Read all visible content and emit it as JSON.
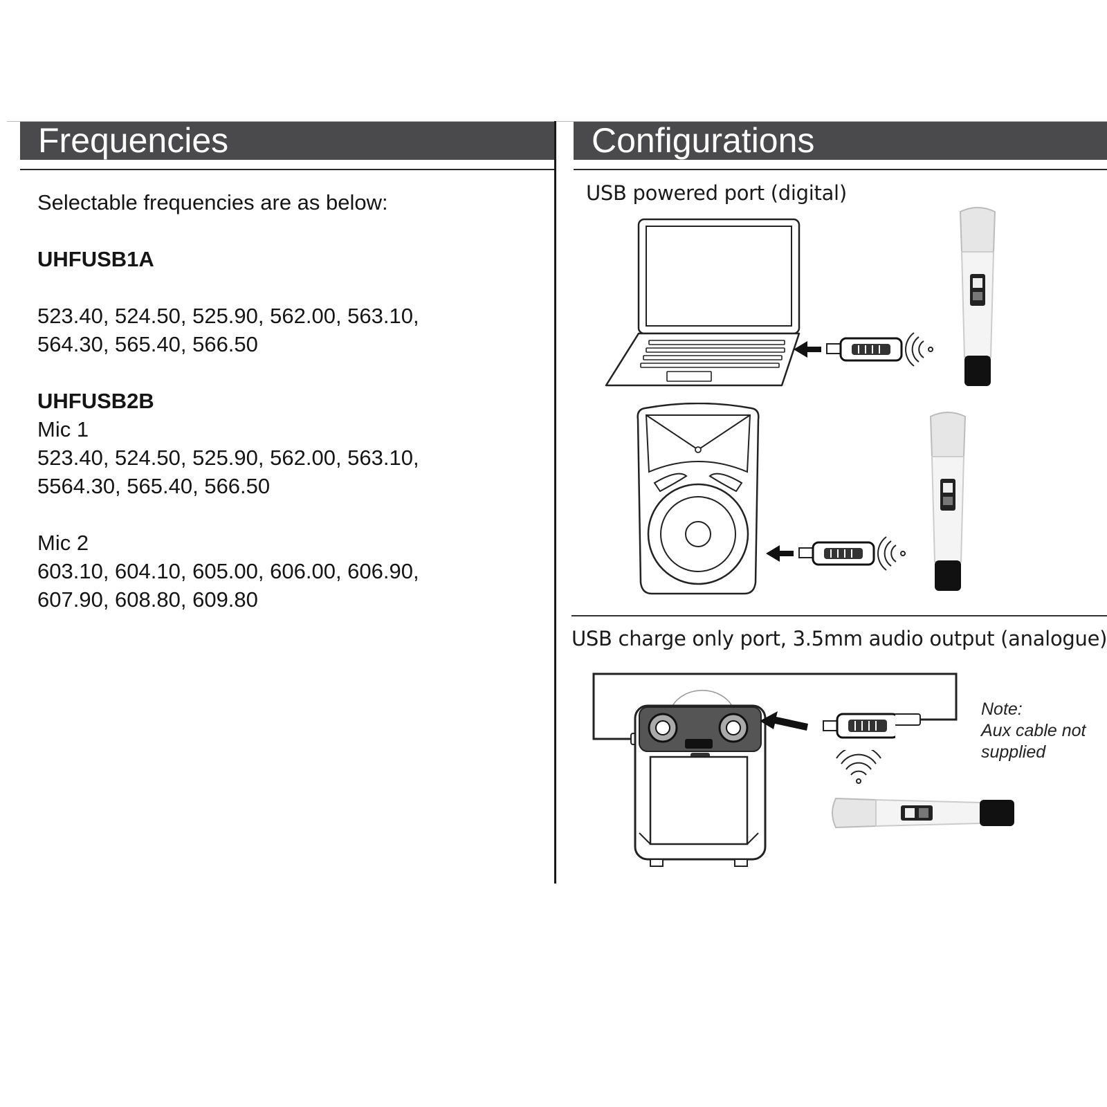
{
  "frequencies": {
    "header": "Frequencies",
    "intro": "Selectable frequencies are as below:",
    "model_a": {
      "name": "UHFUSB1A",
      "lines": [
        "523.40, 524.50, 525.90, 562.00, 563.10,",
        "564.30, 565.40, 566.50"
      ]
    },
    "model_b": {
      "name": "UHFUSB2B",
      "mic1": {
        "label": "Mic 1",
        "lines": [
          "523.40, 524.50, 525.90, 562.00, 563.10,",
          "5564.30, 565.40, 566.50"
        ]
      },
      "mic2": {
        "label": "Mic 2",
        "lines": [
          "603.10, 604.10, 605.00, 606.00, 606.90,",
          "607.90, 608.80, 609.80"
        ]
      }
    }
  },
  "configurations": {
    "header": "Configurations",
    "digital_label": "USB powered port (digital)",
    "analogue_label": "USB charge only port, 3.5mm audio output (analogue)",
    "note": {
      "title": "Note:",
      "line1": "Aux cable not",
      "line2": "supplied"
    }
  }
}
